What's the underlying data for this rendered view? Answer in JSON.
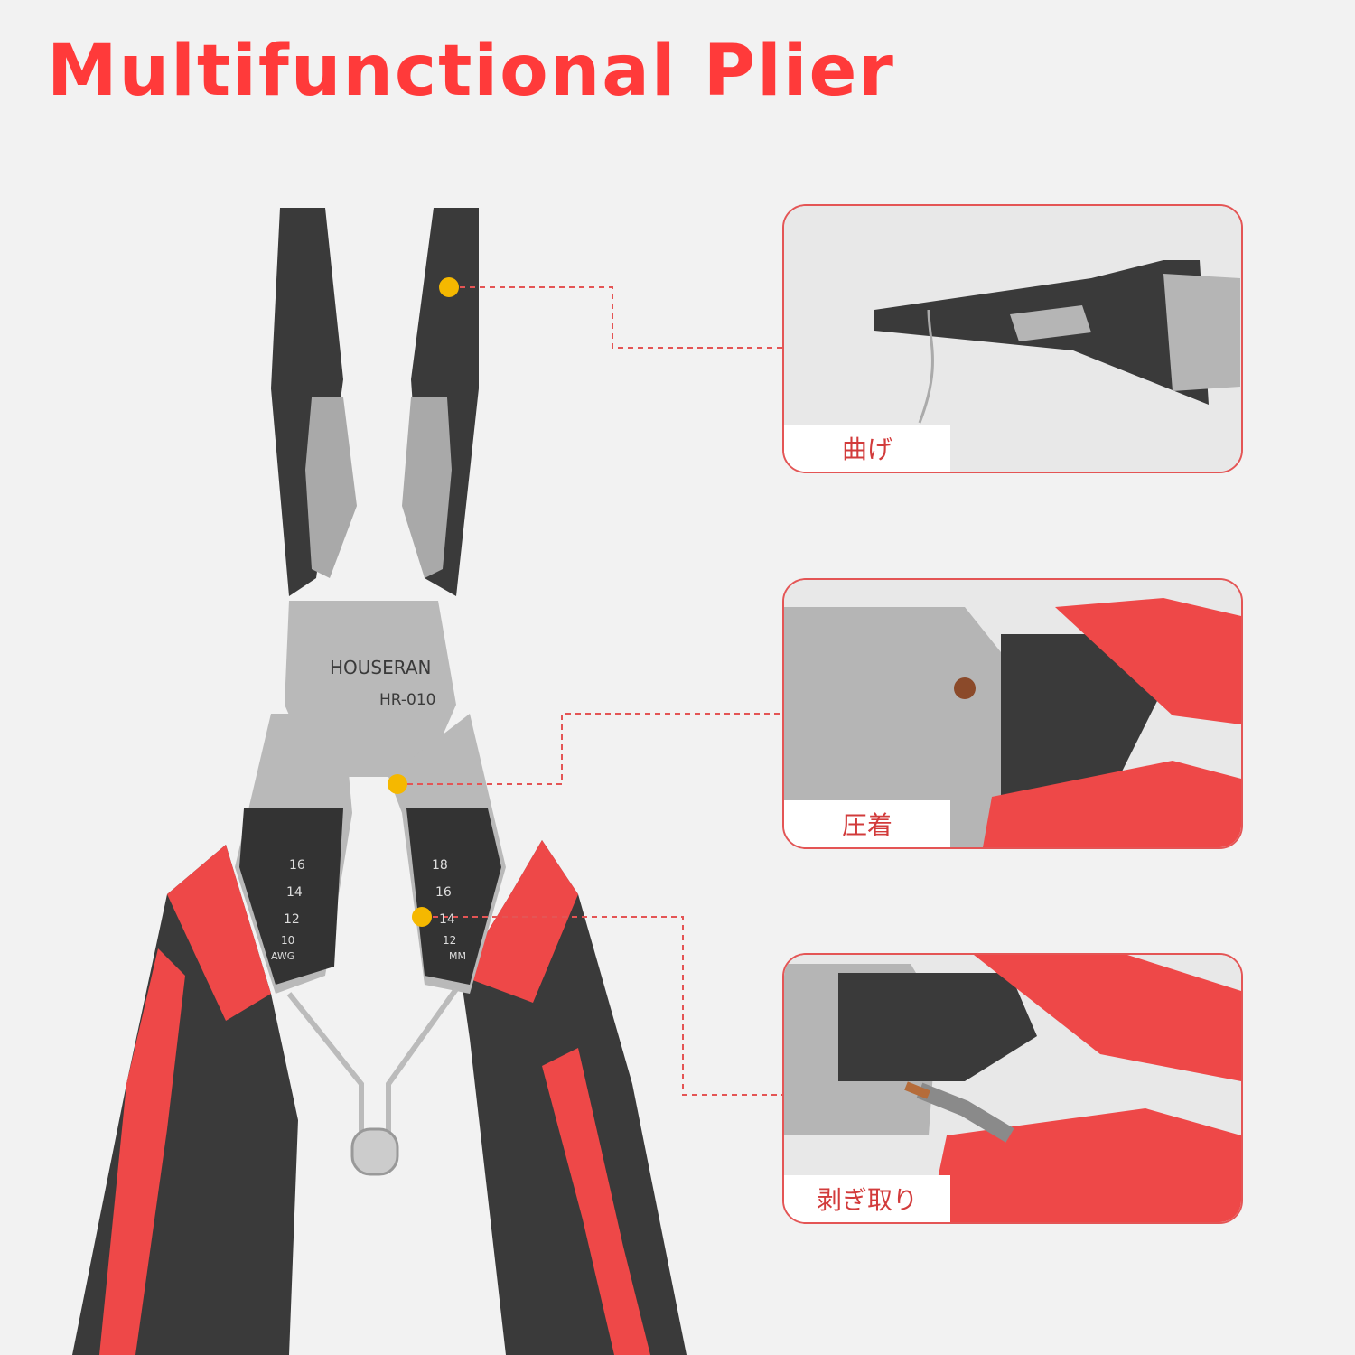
{
  "title": "Multifunctional Plier",
  "brand": "HOUSERAN",
  "model": "HR-010",
  "awg_label": "AWG",
  "mm_label": "MM",
  "awg_numbers": [
    "16",
    "14",
    "12",
    "10"
  ],
  "mm_numbers": [
    "18",
    "16",
    "14",
    "12"
  ],
  "features": [
    {
      "label": "曲げ"
    },
    {
      "label": "圧着"
    },
    {
      "label": "剥ぎ取り"
    }
  ],
  "colors": {
    "accent": "#ff3a3a",
    "handle": "#3a3a3a",
    "steel": "#b9b9b9",
    "dot": "#f5b800"
  }
}
